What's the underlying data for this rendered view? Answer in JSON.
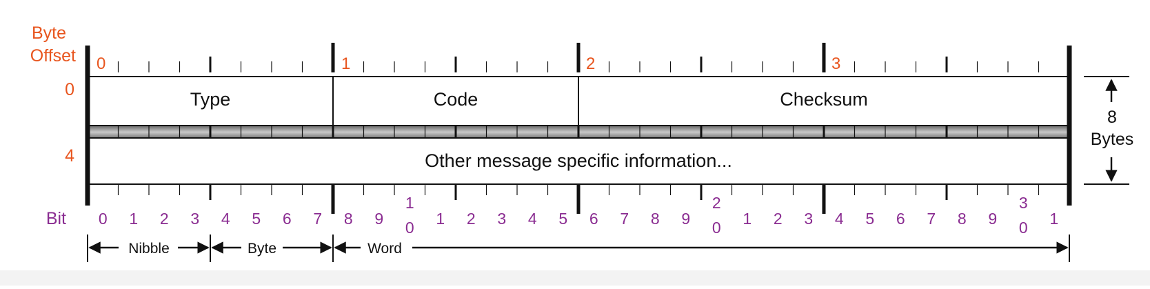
{
  "labels": {
    "byte_offset_line1": "Byte",
    "byte_offset_line2": "Offset",
    "bit": "Bit"
  },
  "row_offsets": [
    "0",
    "4"
  ],
  "byte_markers": [
    "0",
    "1",
    "2",
    "3"
  ],
  "fields": {
    "type": "Type",
    "code": "Code",
    "checksum": "Checksum",
    "other": "Other message specific information..."
  },
  "size": {
    "number": "8",
    "unit": "Bytes"
  },
  "bit_numbers": [
    "0",
    "1",
    "2",
    "3",
    "4",
    "5",
    "6",
    "7",
    "8",
    "9",
    "10",
    "1",
    "2",
    "3",
    "4",
    "5",
    "6",
    "7",
    "8",
    "9",
    "20",
    "1",
    "2",
    "3",
    "4",
    "5",
    "6",
    "7",
    "8",
    "9",
    "30",
    "1"
  ],
  "spans": {
    "nibble": "Nibble",
    "byte": "Byte",
    "word": "Word"
  },
  "colors": {
    "offset_orange": "#e8551e",
    "bit_purple": "#8a2c91",
    "line": "#111111",
    "gap_band": "#9a9a9a"
  }
}
